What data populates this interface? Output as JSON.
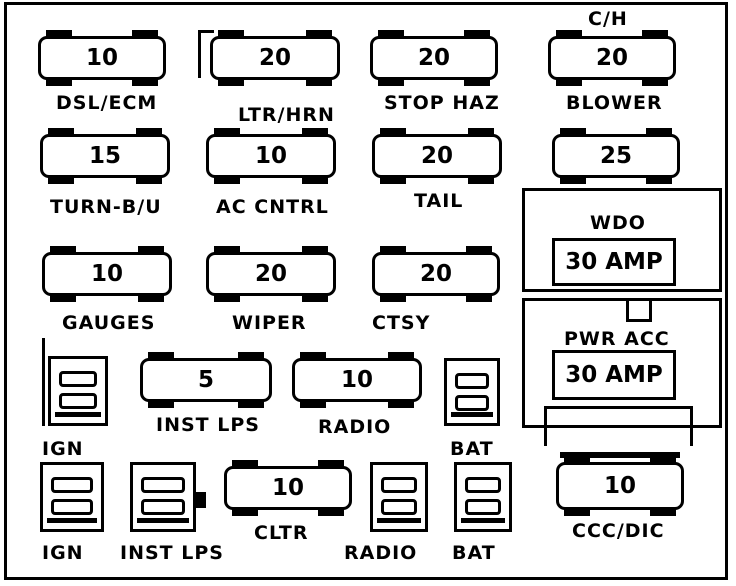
{
  "row1": {
    "dsl_ecm": {
      "amps": "10",
      "label": "DSL/ECM"
    },
    "ltr_hrn": {
      "amps": "20",
      "label": "LTR/HRN"
    },
    "stop_haz": {
      "amps": "20",
      "label": "STOP HAZ"
    },
    "blower": {
      "amps": "20",
      "label": "BLOWER",
      "top_label": "C/H"
    }
  },
  "row2": {
    "turn_bu": {
      "amps": "15",
      "label": "TURN-B/U"
    },
    "ac_cntrl": {
      "amps": "10",
      "label": "AC CNTRL"
    },
    "tail": {
      "amps": "20",
      "label": "TAIL"
    },
    "wdo_fuse": {
      "amps": "25"
    }
  },
  "row3": {
    "gauges": {
      "amps": "10",
      "label": "GAUGES"
    },
    "wiper": {
      "amps": "20",
      "label": "WIPER"
    },
    "ctsy": {
      "amps": "20",
      "label": "CTSY"
    }
  },
  "row4": {
    "inst_lps": {
      "amps": "5",
      "label": "INST LPS"
    },
    "radio": {
      "amps": "10",
      "label": "RADIO"
    },
    "ign_label": "IGN",
    "bat_label": "BAT"
  },
  "row5": {
    "cltr": {
      "amps": "10",
      "label": "CLTR"
    },
    "ign_label": "IGN",
    "inst_lps_label": "INST LPS",
    "radio_label": "RADIO",
    "bat_label": "BAT"
  },
  "breakers": {
    "wdo": {
      "label": "WDO",
      "rating": "30 AMP"
    },
    "pwr_acc": {
      "label": "PWR ACC",
      "rating": "30 AMP"
    },
    "ccc_dic": {
      "amps": "10",
      "label": "CCC/DIC"
    }
  }
}
